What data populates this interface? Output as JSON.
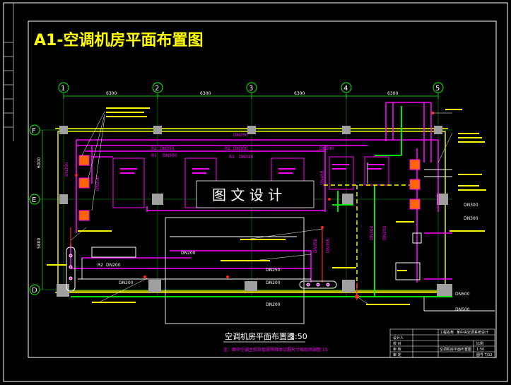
{
  "drawing": {
    "main_title": "A1-空调机房平面布置图",
    "sheet_caption": "空调机房平面布置图",
    "scale": "1:50",
    "note": "注：图中空调主机及管道等具体位置尺寸按现场调整·15·",
    "watermark": "图 文 设 计"
  },
  "grid": {
    "columns": [
      "1",
      "2",
      "3",
      "4",
      "5"
    ],
    "rows": [
      "F",
      "E",
      "D"
    ],
    "spans": [
      "6300",
      "6300",
      "6300",
      "6300"
    ],
    "row_spans": [
      "6000",
      "5800"
    ]
  },
  "pipe_labels": {
    "top": [
      "DN250",
      "DN350",
      "DN300",
      "DN300",
      "DN300",
      "DN320",
      "DN500",
      "DN300",
      "DN450",
      "DN350"
    ],
    "r_tags": [
      "R2",
      "R1",
      "R2",
      "R1"
    ],
    "left": [
      "DN350",
      "DN250",
      "DN200",
      "DN200",
      "DN200"
    ],
    "middle": [
      "DN200",
      "DN250",
      "DN200",
      "DN200",
      "DN350",
      "DN350",
      "DN300",
      "DN250"
    ],
    "right": [
      "DN300",
      "DN300",
      "DN500",
      "DN500"
    ],
    "r2_label": "R2",
    "lower_r2": "R2",
    "dn_small": "DN300",
    "dn_small2": "DN250"
  },
  "title_block": {
    "rows": [
      [
        "工程名称",
        "某中央空调系统设计",
        ""
      ],
      [
        "设计人",
        "",
        ""
      ],
      [
        "校 对",
        "",
        "比例"
      ],
      [
        "审 核",
        "空调机房平面布置图",
        "1:50"
      ],
      [
        "审 定",
        "",
        "图号 T/12"
      ]
    ]
  },
  "colors": {
    "background": "#000000",
    "frame": "#ffffff",
    "pipe_magenta": "#ff00ff",
    "pipe_green": "#00ff00",
    "wall_yellow": "#ffff00",
    "pipe_red": "#ff2020",
    "text_yellow": "#ffff00",
    "grid_green": "#00ff00"
  }
}
